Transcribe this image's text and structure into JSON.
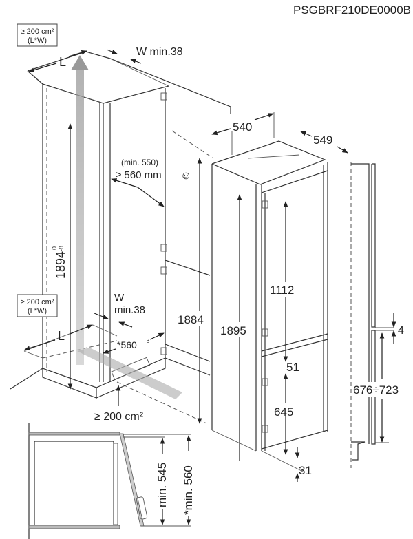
{
  "model_code": "PSGBRF210DE0000B",
  "vent_area_top": {
    "line1": "≥ 200 cm²",
    "line2": "(L*W)"
  },
  "vent_area_bottom_box": {
    "line1": "≥ 200 cm²",
    "line2": "(L*W)"
  },
  "labels": {
    "L_top": "L",
    "W_top": "W min.38",
    "min_depth_alt": "(min. 550)",
    "min_depth": "≥ 560 mm",
    "smiley": "☺",
    "niche_height": "1894",
    "niche_height_tol_upper": "0",
    "niche_height_tol_lower": "-8",
    "W_bottom_1": "W",
    "W_bottom_2": "min.38",
    "L_bottom": "L",
    "niche_width": "*560",
    "niche_width_tol": "+8",
    "height_1884": "1884",
    "plinth_vent": "≥ 200 cm²",
    "width_540": "540",
    "depth_549": "549",
    "height_1895": "1895",
    "height_1112": "1112",
    "gap_51": "51",
    "height_645": "645",
    "gap_31": "31",
    "gap_4": "4",
    "door_range": "676÷723",
    "min_545": "min. 545",
    "min_560": "*min. 560"
  }
}
